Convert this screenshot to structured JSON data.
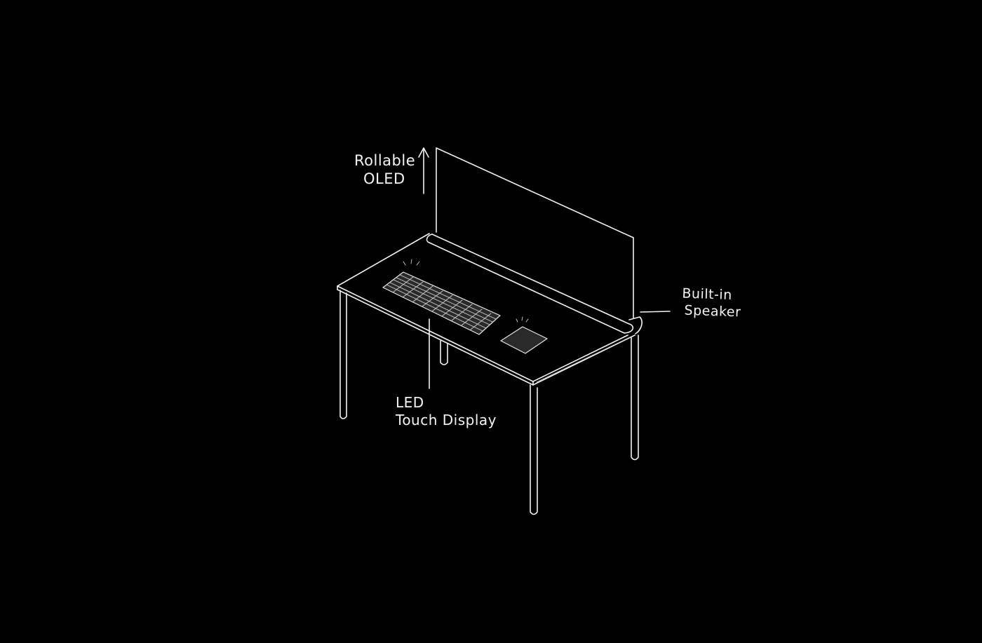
{
  "background_color": "#000000",
  "line_color": "#f2f2f2",
  "labels": {
    "rollable_oled": {
      "line1": "Rollable",
      "line2": "OLED"
    },
    "built_in_speaker": {
      "line1": "Built-in",
      "line2": "Speaker"
    },
    "led_touch_display": {
      "line1": "LED",
      "line2": "Touch Display"
    }
  }
}
